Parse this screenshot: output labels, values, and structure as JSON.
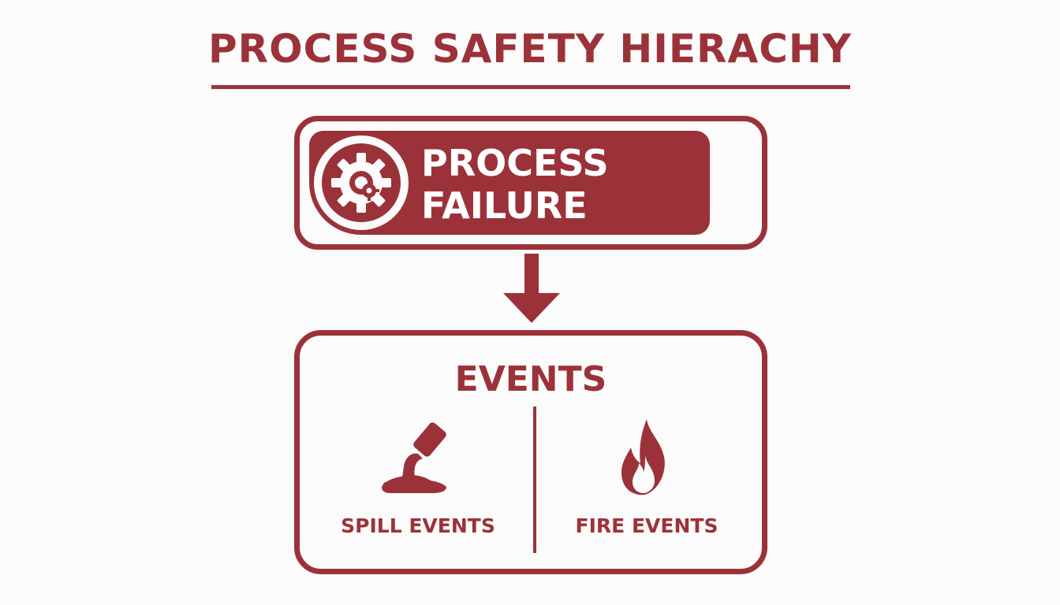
{
  "colors": {
    "primary": "#9c3239",
    "background": "#fbfbfb",
    "on_primary": "#ffffff"
  },
  "title": "PROCESS SAFETY HIERACHY",
  "top_node": {
    "icon": "gear-icon",
    "line1": "PROCESS",
    "line2": "FAILURE"
  },
  "connector": {
    "icon": "arrow-down-icon"
  },
  "bottom_node": {
    "title": "EVENTS",
    "items": [
      {
        "icon": "spill-icon",
        "label": "SPILL EVENTS"
      },
      {
        "icon": "flame-icon",
        "label": "FIRE EVENTS"
      }
    ]
  }
}
